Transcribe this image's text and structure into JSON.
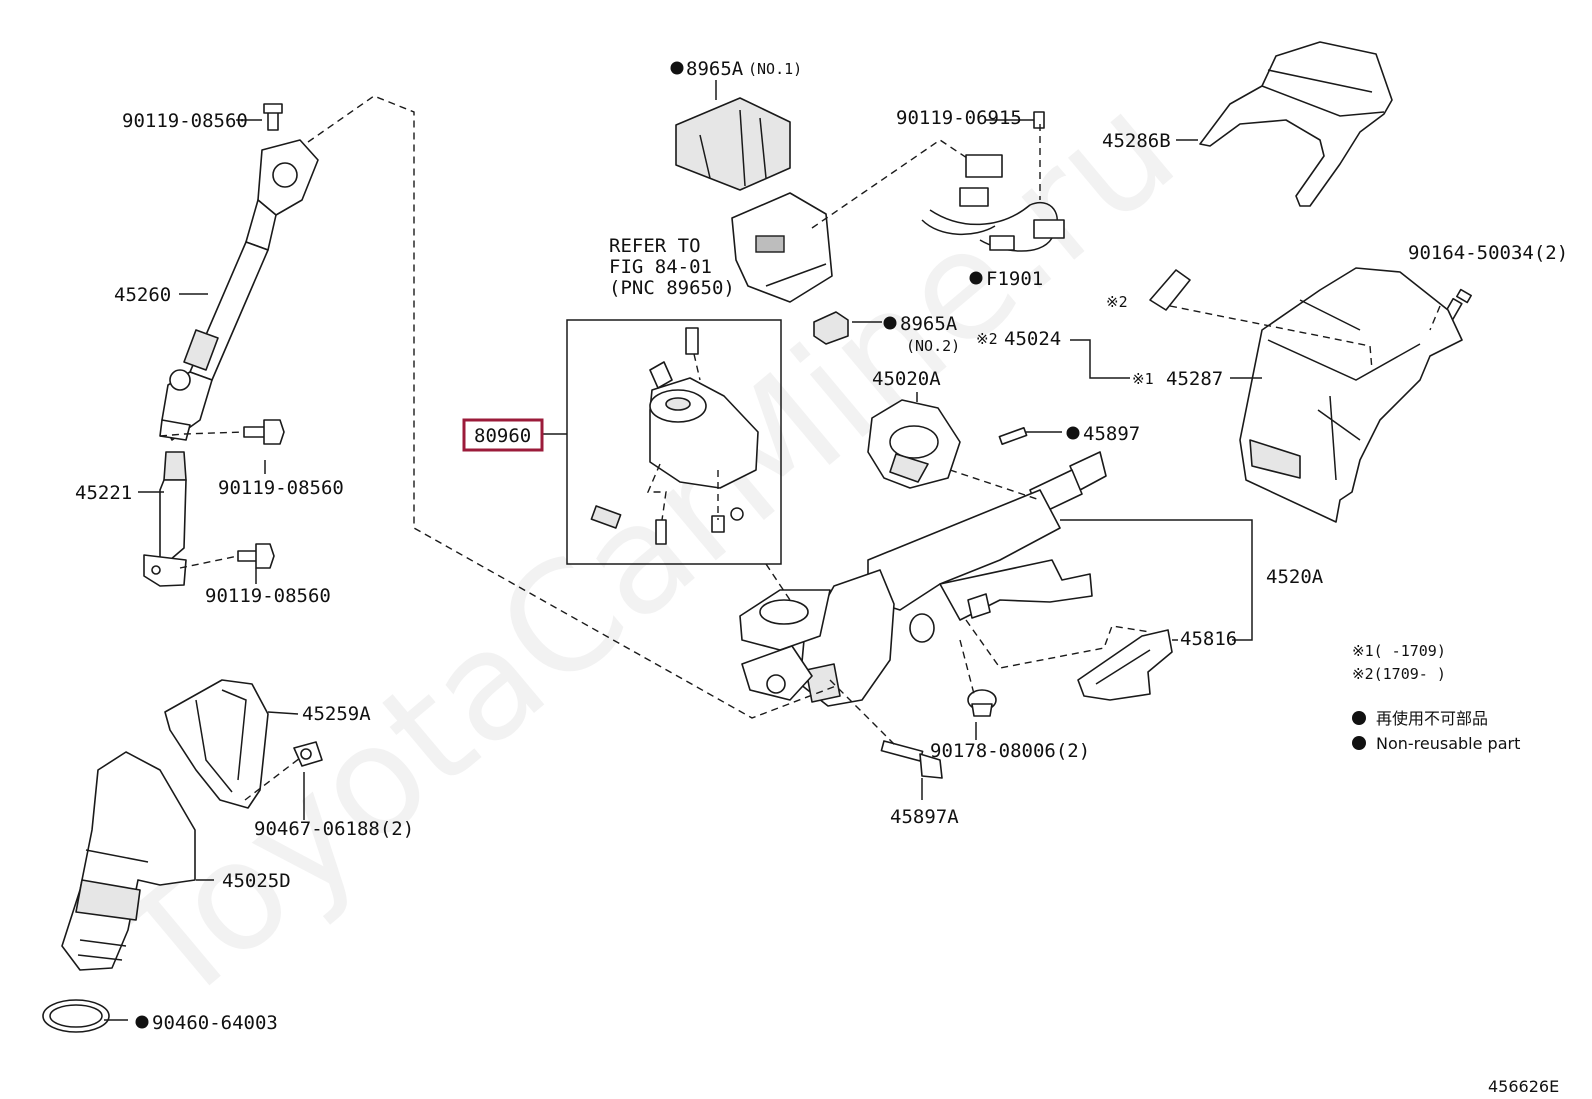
{
  "diagram": {
    "watermark": "ToyotaCarMine.ru",
    "figure_code": "456626E",
    "highlighted_part": "80960",
    "refer_note": [
      "REFER TO",
      "FIG 84-01",
      "(PNC 89650)"
    ],
    "labels": {
      "p_9011908560_a": "90119-08560",
      "p_45260": "45260",
      "p_9011908560_b": "90119-08560",
      "p_45221": "45221",
      "p_9011908560_c": "90119-08560",
      "p_45259a": "45259A",
      "p_9046706188": "90467-06188(2)",
      "p_45025d": "45025D",
      "p_9046064003": "90460-64003",
      "p_8965a_1": "8965A",
      "p_8965a_1_note": "(NO.1)",
      "p_9011906915": "90119-06915",
      "p_f1901": "F1901",
      "p_8965a_2": "8965A",
      "p_8965a_2_note": "(NO.2)",
      "p_80960": "80960",
      "p_45020a": "45020A",
      "p_45897": "45897",
      "p_4520a": "4520A",
      "p_45816": "45816",
      "p_9017808006": "90178-08006(2)",
      "p_45897a": "45897A",
      "p_45286b": "45286B",
      "p_9016450034": "90164-50034(2)",
      "p_45024": "45024",
      "p_45024_mark": "※2",
      "p_45287": "45287",
      "p_45287_mark": "※1",
      "p_sticker_mark": "※2"
    },
    "notes": {
      "note1": "※1(     -1709)",
      "note2": "※2(1709-     )"
    },
    "legend": {
      "jp": "再使用不可部品",
      "en": "Non-reusable part"
    }
  }
}
